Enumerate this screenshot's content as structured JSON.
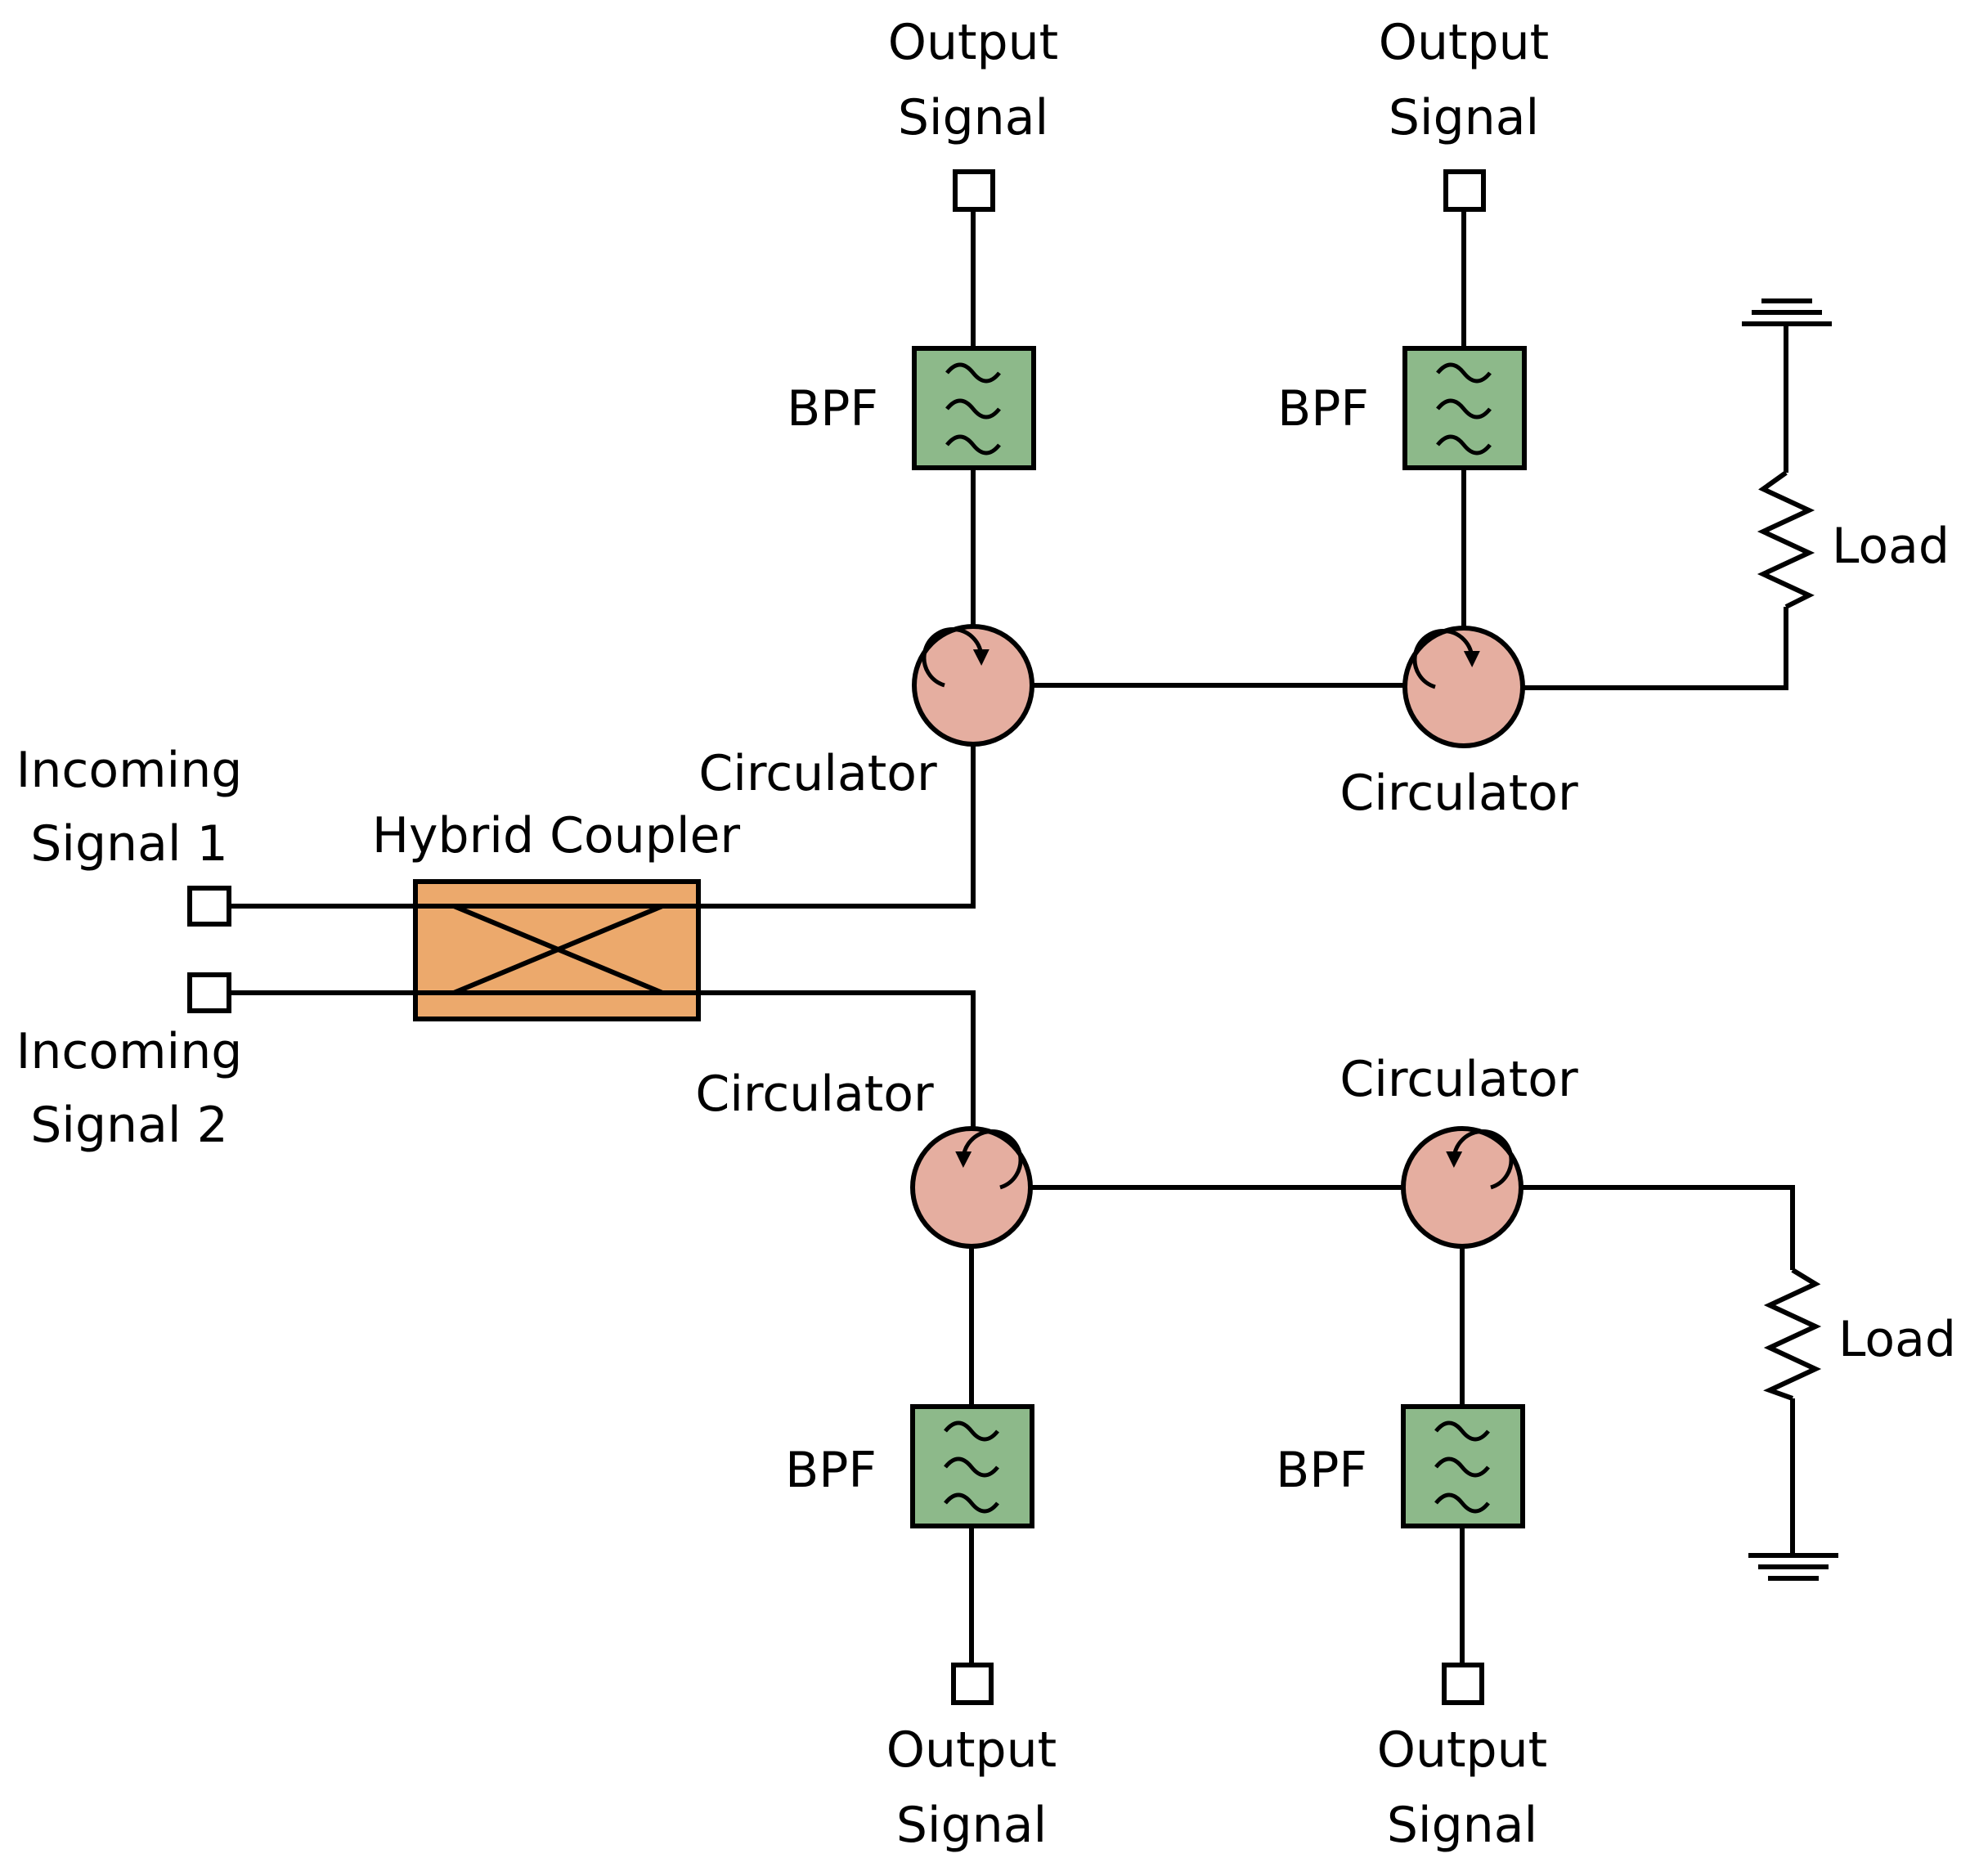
{
  "colors": {
    "bpf_fill": "#8db98a",
    "coupler_fill": "#eca96c",
    "circulator_fill": "#e5aea0",
    "line": "#000000"
  },
  "labels": {
    "incoming_1": [
      "Incoming",
      "Signal 1"
    ],
    "incoming_2": [
      "Incoming",
      "Signal 2"
    ],
    "hybrid_coupler": "Hybrid Coupler",
    "circulator": "Circulator",
    "bpf": "BPF",
    "load": "Load",
    "output": [
      "Output",
      "Signal"
    ]
  },
  "icons": {
    "port": "square-port-icon",
    "filter": "bandpass-filter-icon",
    "circulator": "circulator-icon",
    "resistor": "resistor-icon",
    "ground": "ground-icon"
  }
}
